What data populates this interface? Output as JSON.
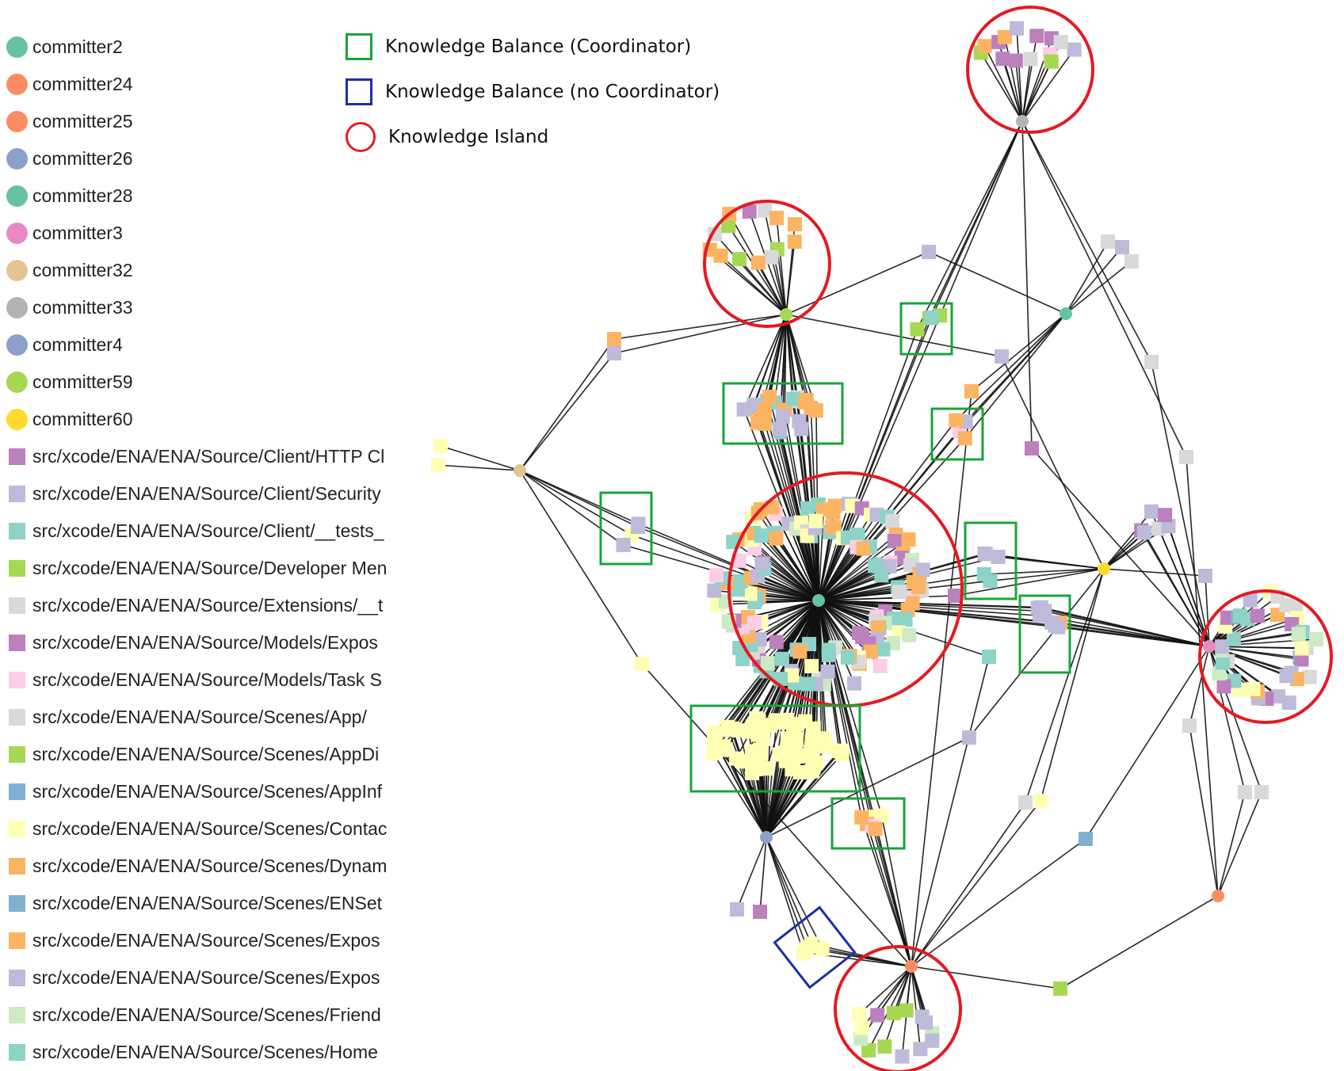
{
  "legend": [
    {
      "label": "committer2",
      "color": "#66c2a5",
      "shape": "circle"
    },
    {
      "label": "committer24",
      "color": "#fc8d62",
      "shape": "circle"
    },
    {
      "label": "committer25",
      "color": "#fc8d62",
      "shape": "circle"
    },
    {
      "label": "committer26",
      "color": "#8da0cb",
      "shape": "circle"
    },
    {
      "label": "committer28",
      "color": "#66c2a5",
      "shape": "circle"
    },
    {
      "label": "committer3",
      "color": "#e78ac3",
      "shape": "circle"
    },
    {
      "label": "committer32",
      "color": "#e5c494",
      "shape": "circle"
    },
    {
      "label": "committer33",
      "color": "#b3b3b3",
      "shape": "circle"
    },
    {
      "label": "committer4",
      "color": "#8da0cb",
      "shape": "circle"
    },
    {
      "label": "committer59",
      "color": "#a6d854",
      "shape": "circle"
    },
    {
      "label": "committer60",
      "color": "#ffd92f",
      "shape": "circle"
    },
    {
      "label": "src/xcode/ENA/ENA/Source/Client/HTTP Cl",
      "color": "#bc80bd",
      "shape": "square"
    },
    {
      "label": "src/xcode/ENA/ENA/Source/Client/Security",
      "color": "#bebada",
      "shape": "square"
    },
    {
      "label": "src/xcode/ENA/ENA/Source/Client/__tests_",
      "color": "#8dd3c7",
      "shape": "square"
    },
    {
      "label": "src/xcode/ENA/ENA/Source/Developer Men",
      "color": "#a6d854",
      "shape": "square"
    },
    {
      "label": "src/xcode/ENA/ENA/Source/Extensions/__t",
      "color": "#d9d9d9",
      "shape": "square"
    },
    {
      "label": "src/xcode/ENA/ENA/Source/Models/Expos",
      "color": "#bc80bd",
      "shape": "square"
    },
    {
      "label": "src/xcode/ENA/ENA/Source/Models/Task S",
      "color": "#fccde5",
      "shape": "square"
    },
    {
      "label": "src/xcode/ENA/ENA/Source/Scenes/App/",
      "color": "#d9d9d9",
      "shape": "square"
    },
    {
      "label": "src/xcode/ENA/ENA/Source/Scenes/AppDi",
      "color": "#a6d854",
      "shape": "square"
    },
    {
      "label": "src/xcode/ENA/ENA/Source/Scenes/AppInf",
      "color": "#80b1d3",
      "shape": "square"
    },
    {
      "label": "src/xcode/ENA/ENA/Source/Scenes/Contac",
      "color": "#ffffb3",
      "shape": "square"
    },
    {
      "label": "src/xcode/ENA/ENA/Source/Scenes/Dynam",
      "color": "#fdb462",
      "shape": "square"
    },
    {
      "label": "src/xcode/ENA/ENA/Source/Scenes/ENSet",
      "color": "#80b1d3",
      "shape": "square"
    },
    {
      "label": "src/xcode/ENA/ENA/Source/Scenes/Expos",
      "color": "#fdb462",
      "shape": "square"
    },
    {
      "label": "src/xcode/ENA/ENA/Source/Scenes/Expos",
      "color": "#bebada",
      "shape": "square"
    },
    {
      "label": "src/xcode/ENA/ENA/Source/Scenes/Friend",
      "color": "#ccebc5",
      "shape": "square"
    },
    {
      "label": "src/xcode/ENA/ENA/Source/Scenes/Home",
      "color": "#8dd3c7",
      "shape": "square"
    }
  ],
  "key": {
    "coordinator": "Knowledge Balance (Coordinator)",
    "no_coordinator": "Knowledge Balance (no Coordinator)",
    "island": "Knowledge Island"
  },
  "colors": {
    "balance_coordinator": "#1aa33a",
    "balance_no_coordinator": "#1c2fa3",
    "island": "#e31a23",
    "edge": "#111111"
  }
}
